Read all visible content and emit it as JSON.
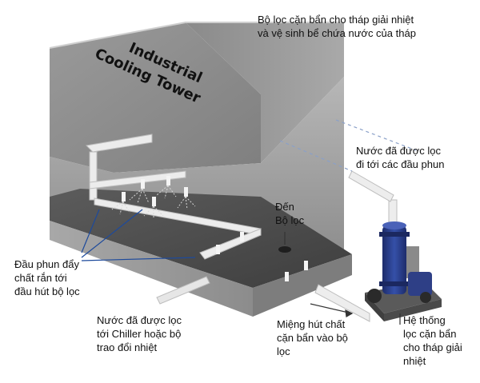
{
  "title": {
    "line1": "Industrial",
    "line2": "Cooling Tower"
  },
  "labels": {
    "top_caption": "Bộ lọc cặn bẩn cho tháp giải nhiệt\nvà vệ sinh bể chứa nước của tháp",
    "filtered_water": "Nước đã được lọc\nđi tới các đầu phun",
    "to_filter": "Đến\nBộ lọc",
    "spray_nozzles": "Đầu phun đẩy\nchất rắn tới\nđầu hút bộ lọc",
    "to_chiller": "Nước đã được lọc\ntới Chiller hoặc bộ\ntrao đổi nhiệt",
    "suction_port": "Miệng hút chất\ncặn bẩn vào bộ\nlọc",
    "filter_system": "Hệ thống\nlọc cặn bẩn\ncho tháp giải\nnhiệt"
  },
  "colors": {
    "tower_top": "#8d8d8d",
    "tower_back": "#a3a3a3",
    "tower_front": "#9a9a9a",
    "basin_floor": "#4e4e4e",
    "pipe": "#f2f2f2",
    "filter_body": "#2b3f8c",
    "dashed_line": "#8aa0c8"
  }
}
